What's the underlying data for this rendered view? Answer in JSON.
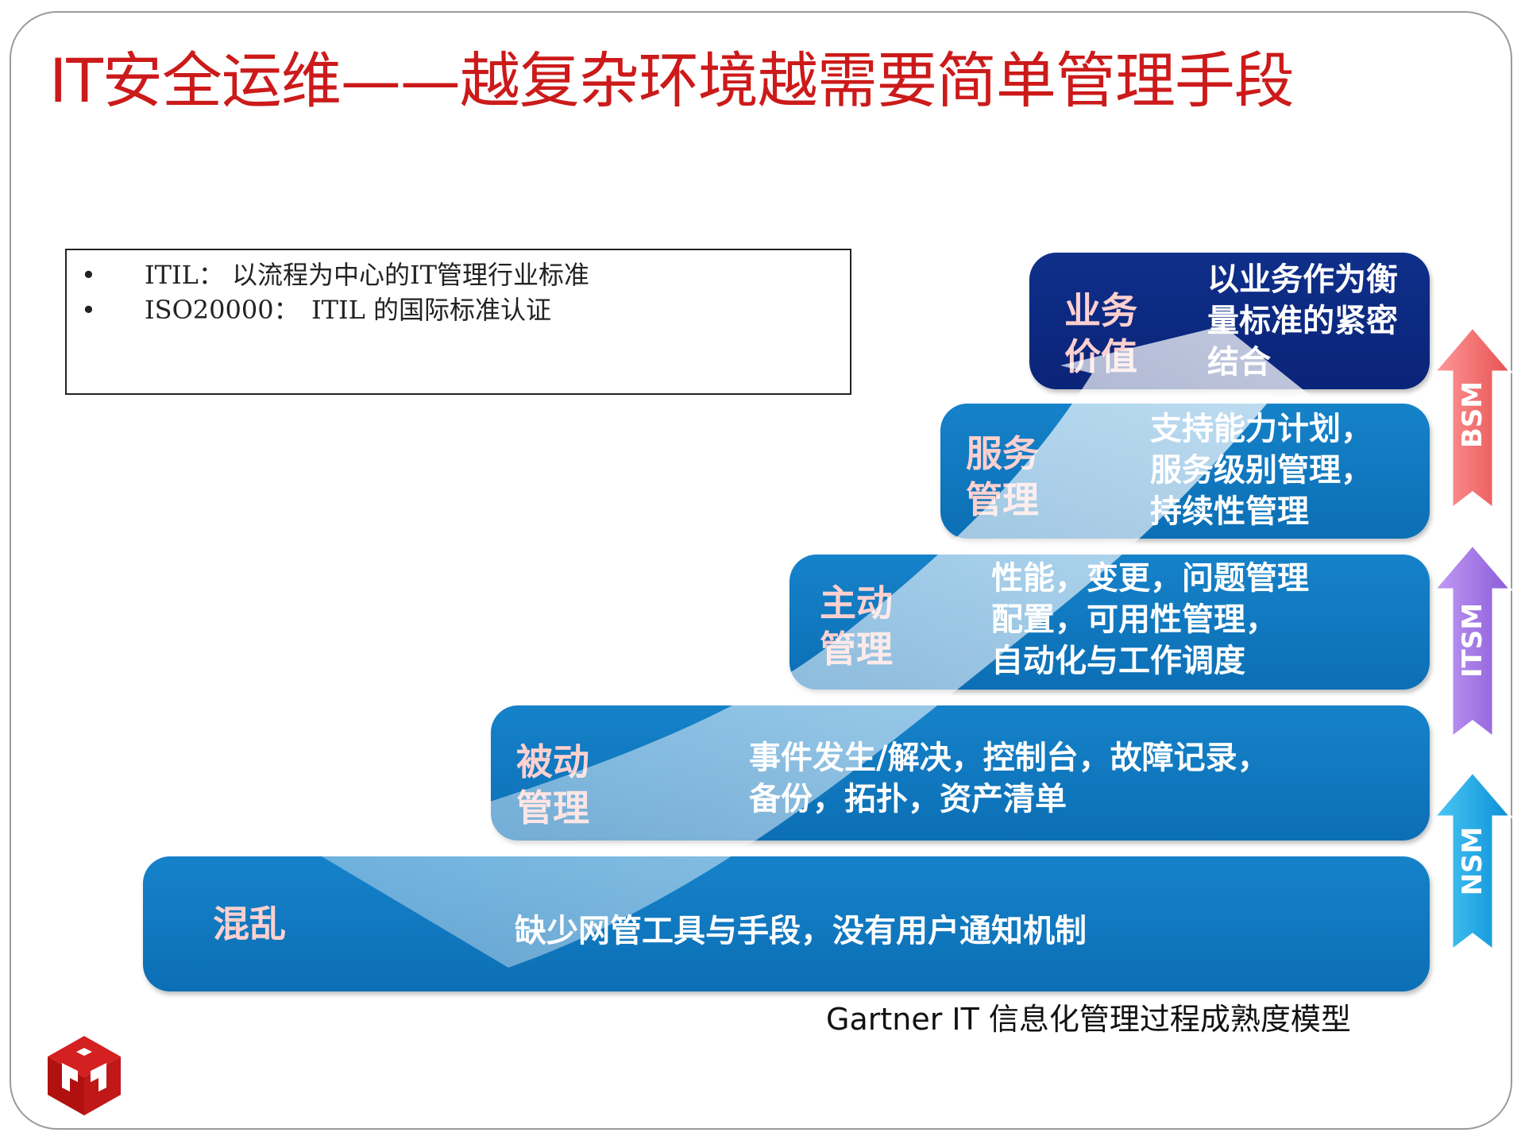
{
  "title": "IT安全运维——越复杂环境越需要简单管理手段",
  "notes": {
    "bullet_symbol": "•",
    "items": [
      {
        "term": "ITIL：",
        "desc": "以流程为中心的IT管理行业标准"
      },
      {
        "term": "ISO20000：",
        "desc": "ITIL 的国际标准认证"
      }
    ]
  },
  "stages": [
    {
      "name": [
        "混乱"
      ],
      "desc": [
        "缺少网管工具与手段，没有用户通知机制"
      ]
    },
    {
      "name": [
        "被动",
        "管理"
      ],
      "desc": [
        "事件发生/解决，控制台，故障记录，",
        "备份，拓扑，资产清单"
      ]
    },
    {
      "name": [
        "主动",
        "管理"
      ],
      "desc": [
        "性能，变更，问题管理",
        "配置，可用性管理，",
        "自动化与工作调度"
      ]
    },
    {
      "name": [
        "服务",
        "管理"
      ],
      "desc": [
        "支持能力计划，",
        "服务级别管理，",
        "持续性管理"
      ]
    },
    {
      "name": [
        "业务",
        "价值"
      ],
      "desc": [
        "以业务作为衡",
        "量标准的紧密",
        "结合"
      ]
    }
  ],
  "side_arrows": [
    {
      "label": "BSM",
      "color": "#f06a6a"
    },
    {
      "label": "ITSM",
      "color": "#9a6fe0"
    },
    {
      "label": "NSM",
      "color": "#1aa8e8"
    }
  ],
  "colors": {
    "title": "#cc1a1a",
    "stair_blue": "#0c6fb5",
    "stair_navy": "#0a2478",
    "stage_name": "#ffd0cf"
  },
  "caption": "Gartner IT 信息化管理过程成熟度模型"
}
